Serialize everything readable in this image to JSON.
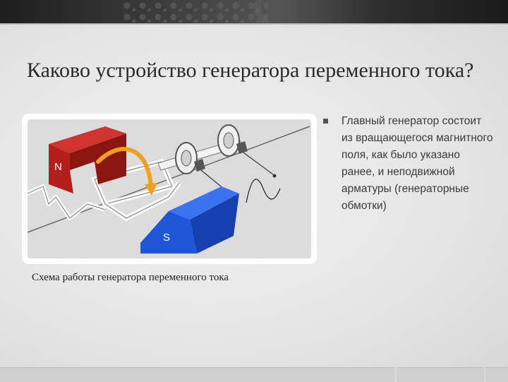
{
  "slide": {
    "title": "Каково устройство генератора переменного тока?",
    "figure": {
      "caption": "Схема работы генератора переменного тока",
      "north_label": "N",
      "south_label": "S",
      "colors": {
        "north": "#b3201c",
        "south": "#1f56d8",
        "arrow": "#f0a020"
      }
    },
    "bullet": {
      "text": "Главный генератор состоит из вращающегося магнитного поля, как было указано ранее, и неподвижной арматуры (генераторные обмотки)"
    }
  }
}
